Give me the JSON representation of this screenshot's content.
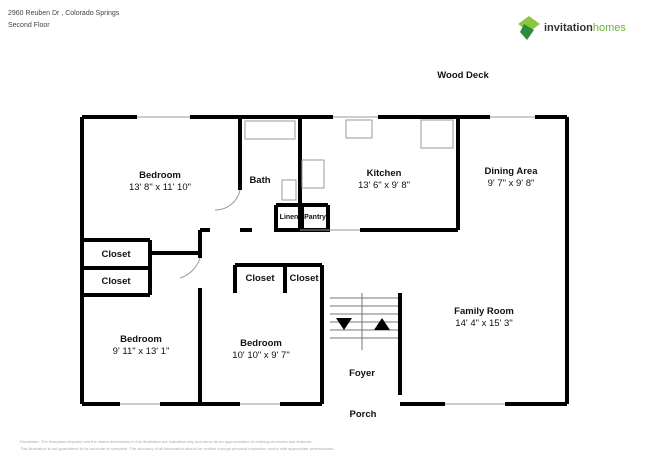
{
  "header": {
    "address": "2960 Reuben Dr , Colorado Springs",
    "floor": "Second Floor"
  },
  "logo": {
    "brand1": "invitation",
    "brand2": "homes",
    "color": "#6db33f"
  },
  "exterior": {
    "deck": "Wood Deck",
    "porch": "Porch"
  },
  "rooms": {
    "bedroom1": {
      "name": "Bedroom",
      "dim": "13' 8\" x 11' 10\""
    },
    "bath": {
      "name": "Bath"
    },
    "kitchen": {
      "name": "Kitchen",
      "dim": "13' 6\" x 9' 8\""
    },
    "dining": {
      "name": "Dining Area",
      "dim": "9' 7\" x 9' 8\""
    },
    "linen": {
      "name": "Linen"
    },
    "pantry": {
      "name": "Pantry"
    },
    "closet1": {
      "name": "Closet"
    },
    "closet2": {
      "name": "Closet"
    },
    "closet3": {
      "name": "Closet"
    },
    "closet4": {
      "name": "Closet"
    },
    "bedroom2": {
      "name": "Bedroom",
      "dim": "9' 11\" x 13' 1\""
    },
    "bedroom3": {
      "name": "Bedroom",
      "dim": "10' 10\" x 9' 7\""
    },
    "family": {
      "name": "Family Room",
      "dim": "14' 4\" x 15' 3\""
    },
    "foyer": {
      "name": "Foyer"
    }
  },
  "disclaimer": {
    "line1": "Disclaimer: The floorplans depicted and the stated dimensions in this illustration are indicative only and serve as an approximation of existing structures and features.",
    "line2": "This illustration is not guaranteed to be accurate or complete. The accuracy of all information should be verified through personal inspection and/or with appropriate professionals."
  }
}
